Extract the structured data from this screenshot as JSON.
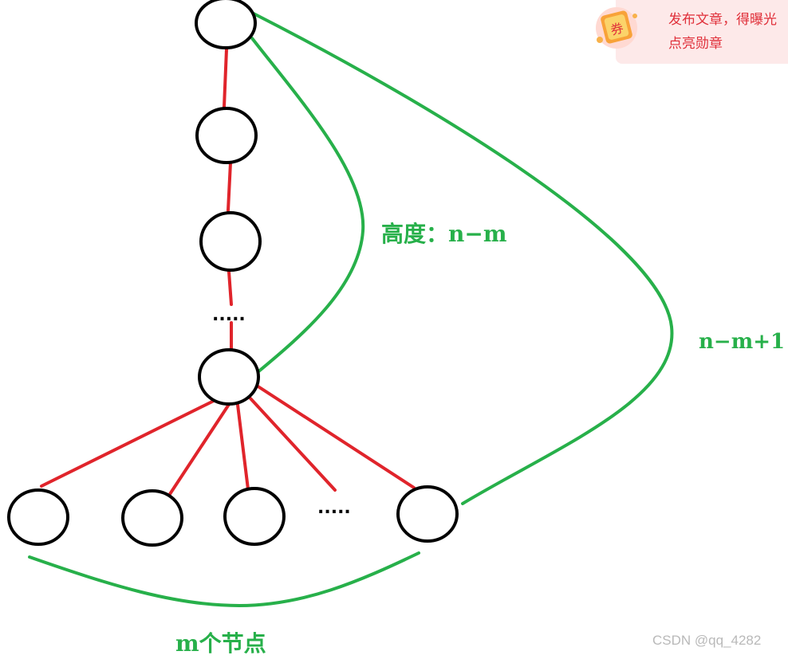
{
  "diagram": {
    "nodes": [
      {
        "id": "root"
      },
      {
        "id": "chain-2"
      },
      {
        "id": "chain-3"
      },
      {
        "id": "chain-bottom"
      },
      {
        "id": "leaf-1"
      },
      {
        "id": "leaf-2"
      },
      {
        "id": "leaf-3"
      },
      {
        "id": "leaf-5"
      }
    ],
    "edges": [
      {
        "from": "root",
        "to": "chain-2",
        "color": "#e0242b"
      },
      {
        "from": "chain-2",
        "to": "chain-3",
        "color": "#e0242b"
      },
      {
        "from": "chain-3",
        "to": "chain-bottom",
        "color": "#e0242b"
      },
      {
        "from": "chain-bottom",
        "to": "leaf-1",
        "color": "#e0242b"
      },
      {
        "from": "chain-bottom",
        "to": "leaf-2",
        "color": "#e0242b"
      },
      {
        "from": "chain-bottom",
        "to": "leaf-3",
        "color": "#e0242b"
      },
      {
        "from": "chain-bottom",
        "to": "leaf-4-ellipsis",
        "color": "#e0242b"
      },
      {
        "from": "chain-bottom",
        "to": "leaf-5",
        "color": "#e0242b"
      }
    ],
    "chain_ellipsis": ".....",
    "leaf_ellipsis": ".....",
    "height_label": "高度：n−m",
    "total_label": "n−m+1",
    "leaf_count_label": "m个节点",
    "accent_green": "#27b04a",
    "edge_red": "#e0242b"
  },
  "promo": {
    "icon": "coupon-icon",
    "line1": "发布文章，得曝光",
    "line2": "点亮勋章"
  },
  "watermark": "CSDN @qq_4282"
}
